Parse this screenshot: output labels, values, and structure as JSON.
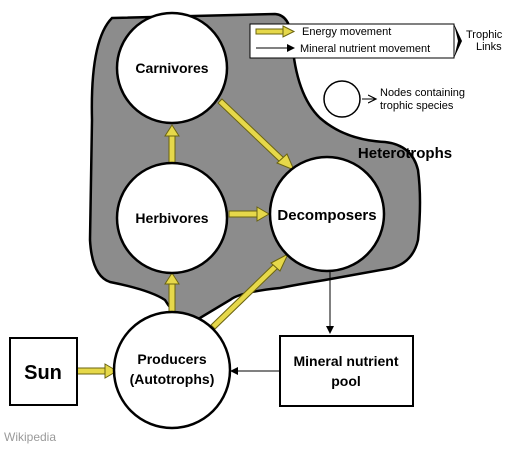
{
  "legend": {
    "energy_label": "Energy movement",
    "mineral_label": "Mineral nutrient movement",
    "trophic_links_line1": "Trophic",
    "trophic_links_line2": "Links",
    "nodes_line1": "Nodes containing",
    "nodes_line2": "trophic species"
  },
  "region_label": "Heterotrophs",
  "nodes": {
    "carnivores": "Carnivores",
    "herbivores": "Herbivores",
    "decomposers": "Decomposers",
    "producers_line1": "Producers",
    "producers_line2": "(Autotrophs)",
    "sun": "Sun",
    "mineral_pool_line1": "Mineral nutrient",
    "mineral_pool_line2": "pool"
  },
  "credit": "Wikipedia",
  "colors": {
    "region_fill": "#8c8c8c",
    "energy_arrow": "#e6d84a",
    "energy_arrow_outline": "#6b6410",
    "node_fill": "#ffffff",
    "stroke": "#000000"
  }
}
